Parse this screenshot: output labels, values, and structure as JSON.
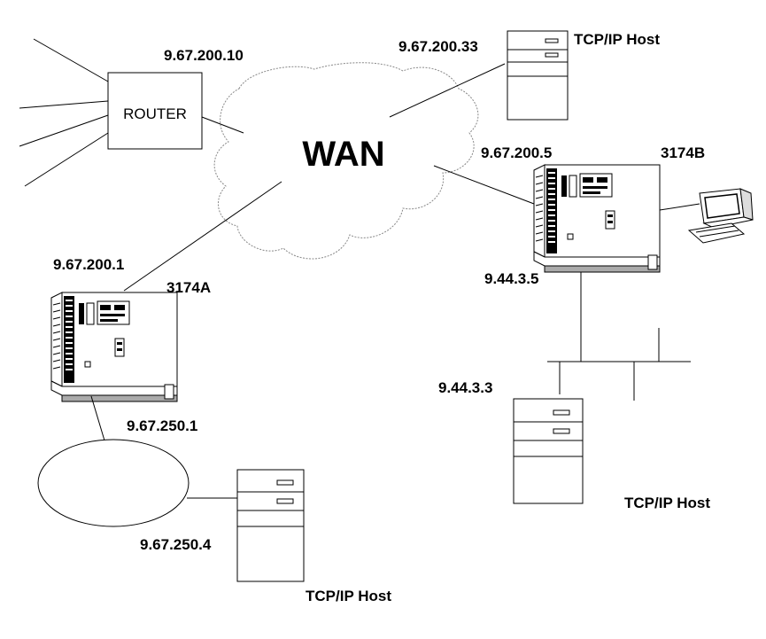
{
  "diagram": {
    "router_label": "ROUTER",
    "router_ip": "9.67.200.10",
    "wan_label": "WAN",
    "host_top": {
      "ip": "9.67.200.33",
      "label": "TCP/IP Host"
    },
    "controller_a": {
      "name": "3174A",
      "wan_ip": "9.67.200.1",
      "ring_ip": "9.67.250.1"
    },
    "controller_b": {
      "name": "3174B",
      "wan_ip": "9.67.200.5",
      "lan_ip": "9.44.3.5"
    },
    "host_lan": {
      "ip": "9.44.3.3",
      "label": "TCP/IP Host"
    },
    "host_ring": {
      "ip": "9.67.250.4",
      "label": "TCP/IP Host"
    }
  }
}
